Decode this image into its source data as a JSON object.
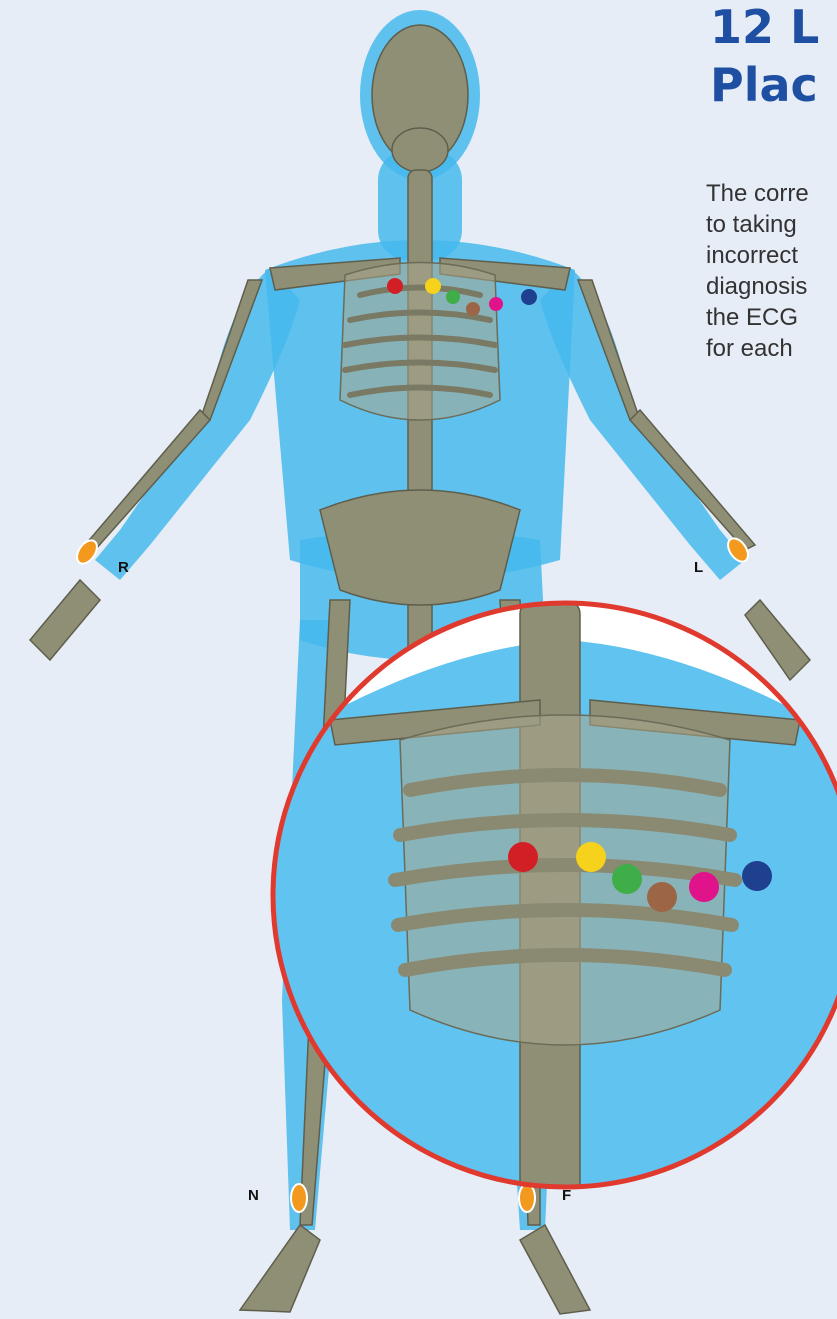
{
  "title": {
    "line1": "12 L",
    "line2": "Plac"
  },
  "intro_lines": [
    "The corre",
    "to taking",
    "incorrect",
    "diagnosis",
    "the ECG",
    "for each"
  ],
  "limb_labels": {
    "right_arm": "R",
    "left_arm": "L",
    "right_leg": "N",
    "left_leg": "F"
  },
  "electrode_colors": {
    "v1": "#d21f26",
    "v2": "#f7d21c",
    "v3": "#3fae49",
    "v4": "#9c6646",
    "v5": "#e1138a",
    "v6": "#1f3f8f",
    "limb": "#f39a1e"
  },
  "colors": {
    "title": "#1f4fa3",
    "body": "#45b8ec",
    "bone": "#8f8f76",
    "zoom_ring": "#e03a2f"
  }
}
